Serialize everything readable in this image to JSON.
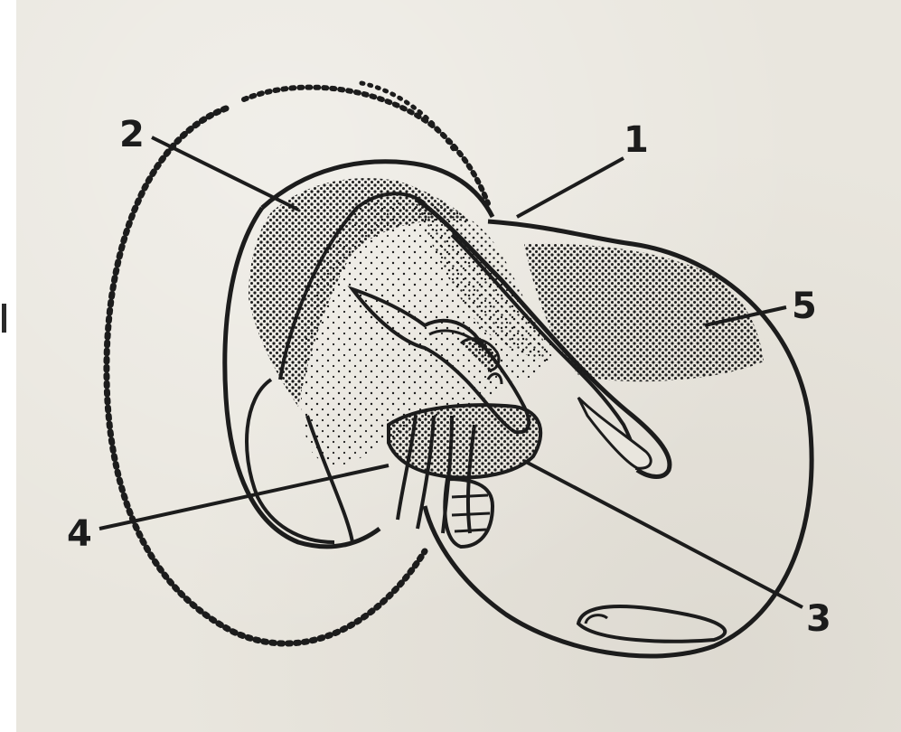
{
  "figure": {
    "labels": {
      "l1": "1",
      "l2": "2",
      "l3": "3",
      "l4": "4",
      "l5": "5"
    },
    "side_mark": "I"
  },
  "colors": {
    "paper": "#e9e6de",
    "ink": "#1c1c1c"
  }
}
